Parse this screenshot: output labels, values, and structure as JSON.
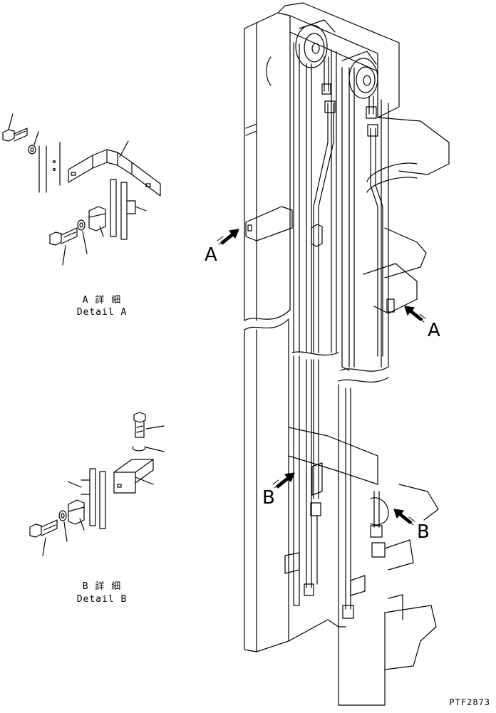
{
  "detail_a": {
    "title": "A 詳 細",
    "subtitle": "Detail A"
  },
  "detail_b": {
    "title": "B 詳 細",
    "subtitle": "Detail B"
  },
  "callouts": {
    "a_upper": "A",
    "a_right": "A",
    "b_left": "B",
    "b_right": "B"
  },
  "drawing_code": "PTF2873",
  "colors": {
    "line": "#000000",
    "background": "#ffffff"
  }
}
